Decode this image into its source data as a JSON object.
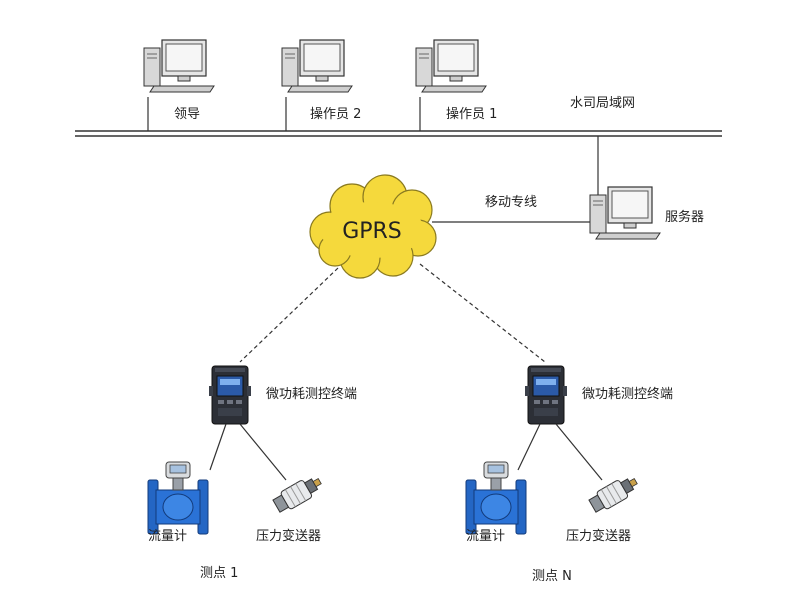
{
  "network": {
    "lan_label": "水司局域网",
    "dedicated_line_label": "移动专线",
    "cloud_label": "GPRS"
  },
  "workstations": [
    {
      "label": "领导"
    },
    {
      "label": "操作员 2"
    },
    {
      "label": "操作员 1"
    }
  ],
  "server": {
    "label": "服务器"
  },
  "sites": [
    {
      "terminal_label": "微功耗测控终端",
      "flowmeter_label": "流量计",
      "pressure_label": "压力变送器",
      "site_label": "测点 1"
    },
    {
      "terminal_label": "微功耗测控终端",
      "flowmeter_label": "流量计",
      "pressure_label": "压力变送器",
      "site_label": "测点 N"
    }
  ],
  "colors": {
    "cloud_fill": "#f5d93c",
    "cloud_stroke": "#8a7a20",
    "line": "#333333",
    "monitor_frame": "#e6e6e6",
    "screen": "#f6f6f6",
    "terminal_body": "#2c2f36",
    "terminal_screen": "#2b5aa8",
    "meter_blue": "#2466c4"
  }
}
